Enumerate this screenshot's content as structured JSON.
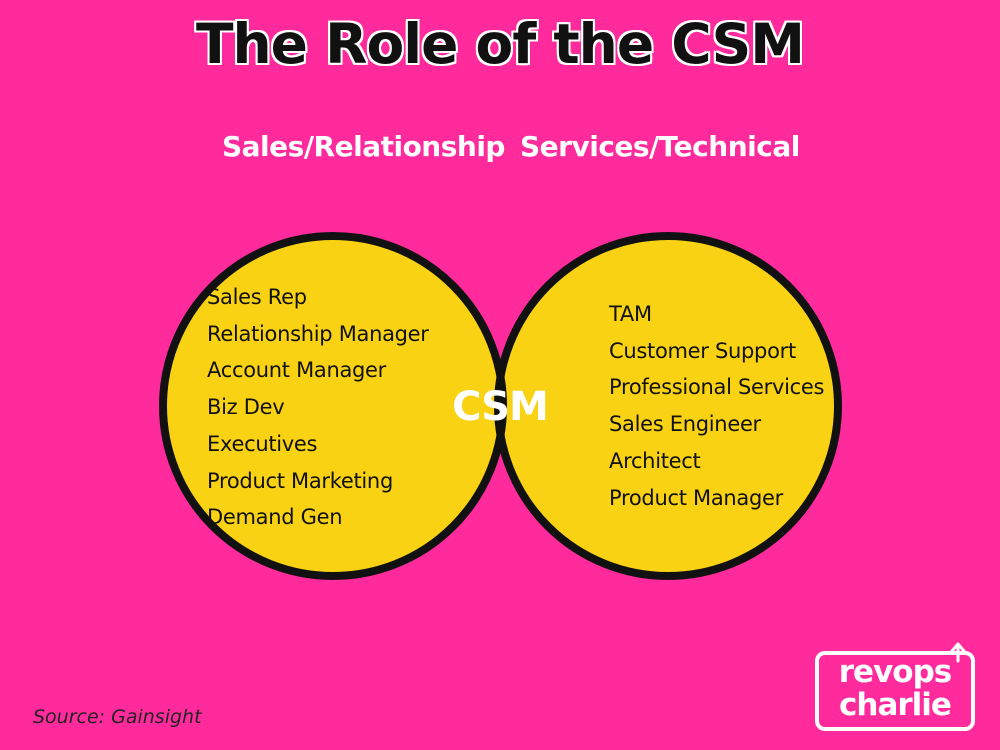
{
  "title": "The Role of the CSM",
  "categories": {
    "left": "Sales/Relationship",
    "right": "Services/Technical"
  },
  "left_roles": [
    "Sales Rep",
    "Relationship Manager",
    "Account Manager",
    "Biz Dev",
    "Executives",
    "Product Marketing",
    "Demand Gen"
  ],
  "right_roles": [
    "TAM",
    "Customer Support",
    "Professional Services",
    "Sales Engineer",
    "Architect",
    "Product Manager"
  ],
  "overlap_label": "CSM",
  "source": "Source: Gainsight",
  "logo": {
    "line1": "revops",
    "line2": "charlie"
  },
  "colors": {
    "background": "#ff2b9d",
    "circle_fill": "#f9d213",
    "overlap_fill": "#575757",
    "outline": "#111111",
    "text_light": "#ffffff"
  }
}
